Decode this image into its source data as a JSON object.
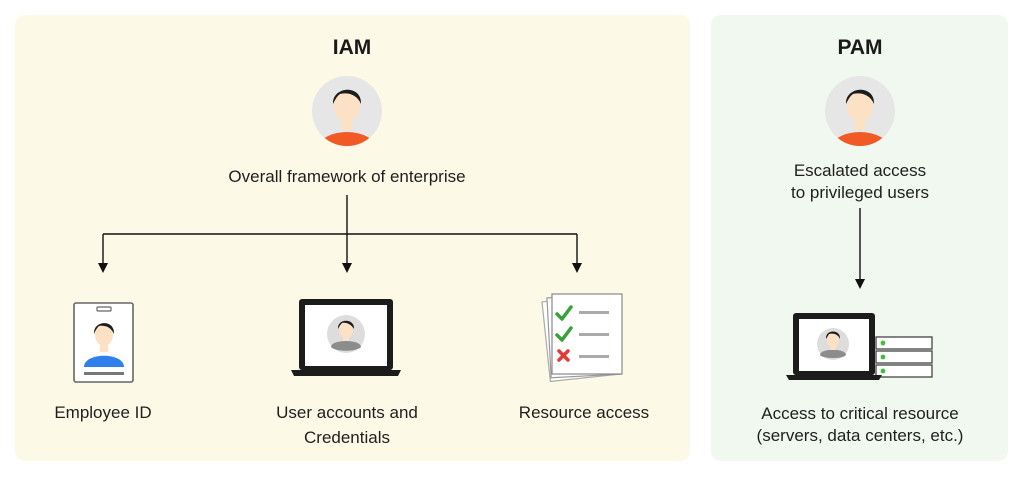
{
  "iam": {
    "title": "IAM",
    "description": "Overall framework of enterprise",
    "items": [
      {
        "label_line1": "Employee ID",
        "label_line2": ""
      },
      {
        "label_line1": "User accounts and",
        "label_line2": "Credentials"
      },
      {
        "label_line1": "Resource access",
        "label_line2": ""
      }
    ]
  },
  "pam": {
    "title": "PAM",
    "description_line1": "Escalated access",
    "description_line2": "to privileged users",
    "target_line1": "Access to critical resource",
    "target_line2": "(servers, data centers, etc.)"
  },
  "colors": {
    "iam_bg": "#fcf9e6",
    "pam_bg": "#f1f8ef",
    "shirt": "#f15a24",
    "skin": "#fde1c4",
    "hair": "#1c1c1c",
    "badge_shirt": "#2f80ed",
    "check": "#3aa13a",
    "cross": "#e53935",
    "led": "#3cc13b"
  }
}
